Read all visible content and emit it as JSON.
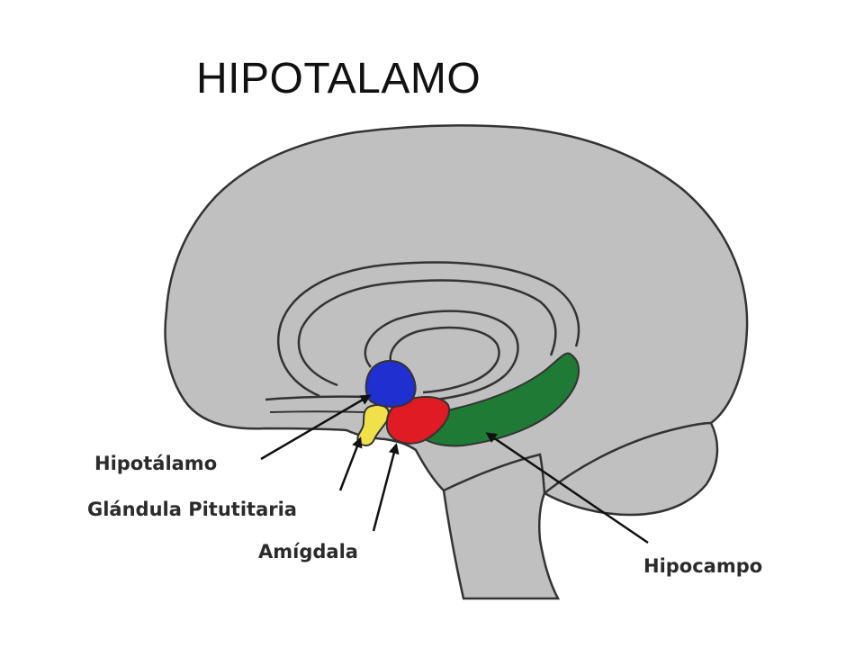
{
  "slide": {
    "title": "HIPOTALAMO"
  },
  "diagram": {
    "labels": {
      "hypothalamus": "Hipotálamo",
      "pituitary": "Glándula Pitutitaria",
      "amygdala": "Amígdala",
      "hippocampus": "Hipocampo"
    },
    "colors": {
      "brain": "#c0c0c0",
      "outline": "#333333",
      "hypothalamus": "#1f2fd0",
      "pituitary": "#f0e04a",
      "amygdala": "#e01b24",
      "hippocampus": "#1e7a34"
    }
  }
}
